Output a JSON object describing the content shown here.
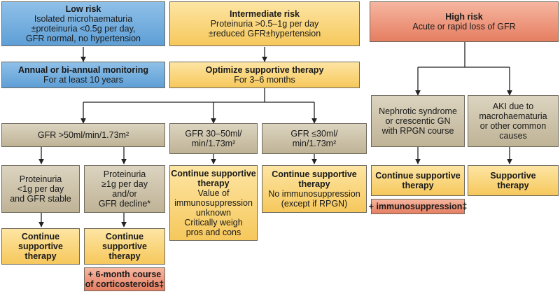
{
  "risk_levels": {
    "low": {
      "title": "Low risk",
      "lines": [
        "Isolated microhaematuria",
        "±proteinuria <0.5g per day,",
        "GFR normal, no hypertension"
      ]
    },
    "intermediate": {
      "title": "Intermediate risk",
      "lines": [
        "Proteinuria >0.5–1g per day",
        "±reduced GFR±hypertension"
      ]
    },
    "high": {
      "title": "High risk",
      "lines": [
        "Acute or rapid loss of GFR"
      ]
    }
  },
  "monitoring": {
    "title": "Annual or bi-annual monitoring",
    "subtitle": "For at least 10 years"
  },
  "optimize": {
    "title": "Optimize supportive therapy",
    "subtitle": "For 3–6 months"
  },
  "gfr_levels": {
    "gt50": "GFR >50ml/min/1.73m²",
    "mid_line1": "GFR 30–50ml/",
    "mid_line2": "min/1.73m²",
    "low_line1": "GFR ≤30ml/",
    "low_line2": "min/1.73m²"
  },
  "high_branches": {
    "nephrotic": [
      "Nephrotic syndrome",
      "or crescentic GN",
      "with RPGN course"
    ],
    "aki": [
      "AKI due to",
      "macrohaematuria",
      "or other common",
      "causes"
    ]
  },
  "proteinuria": {
    "stable": [
      "Proteinuria",
      "<1g per day",
      "and GFR stable"
    ],
    "decline": [
      "Proteinuria",
      "≥1g per day",
      "and/or",
      "GFR decline*"
    ]
  },
  "outcomes": {
    "continue_a": [
      "Continue",
      "supportive",
      "therapy"
    ],
    "continue_b": [
      "Continue",
      "supportive",
      "therapy"
    ],
    "steroids": [
      "+ 6-month course",
      "of corticosteroids‡"
    ],
    "mid_title": [
      "Continue supportive",
      "therapy"
    ],
    "mid_lines": [
      "Value of",
      "immunosuppression",
      "unknown",
      "Critically weigh",
      "pros and cons"
    ],
    "low_title": [
      "Continue supportive",
      "therapy"
    ],
    "low_lines": [
      "No immunosuppression",
      "(except if RPGN)"
    ],
    "nephro_title": [
      "Continue supportive",
      "therapy"
    ],
    "immuno": "+ immunosuppression‡",
    "aki_title": [
      "Supportive",
      "therapy"
    ]
  },
  "colors": {
    "low": "#5e9fd6",
    "intermediate": "#f6c85c",
    "high": "#e57e61",
    "neutral": "#bfb396"
  }
}
